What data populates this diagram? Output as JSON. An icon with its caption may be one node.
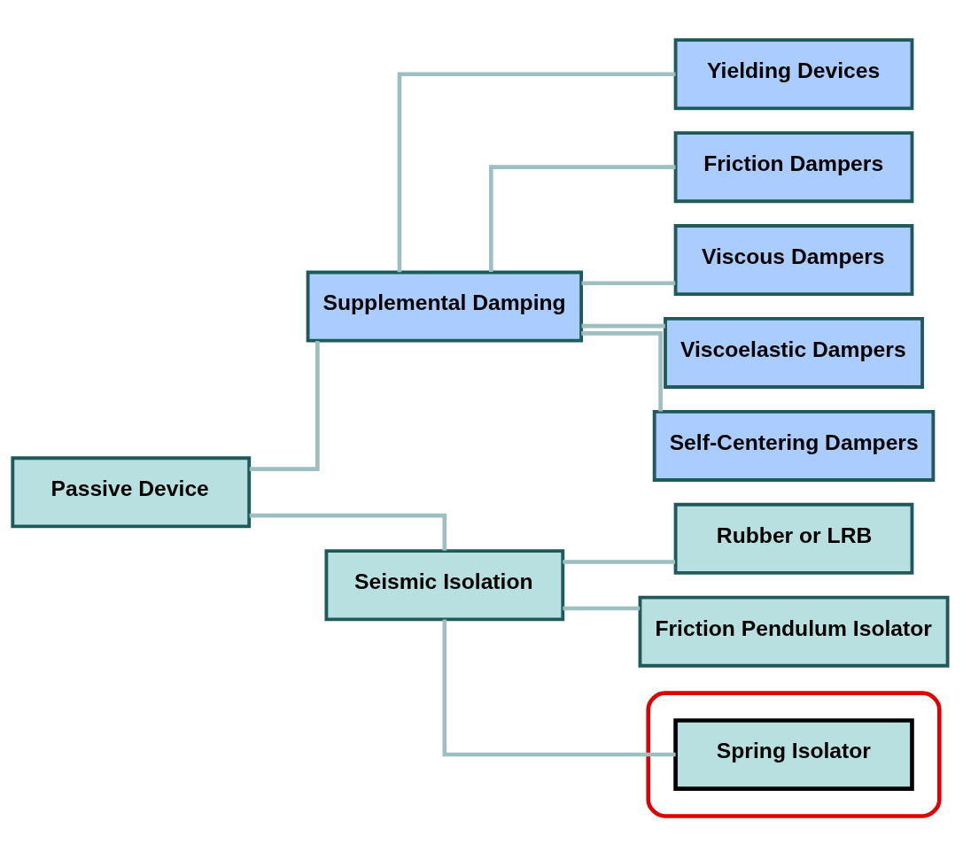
{
  "diagram": {
    "nodes": [
      {
        "text": [
          "Passive Device"
        ]
      },
      {
        "text": [
          "Supplemental Damping"
        ]
      },
      {
        "text": [
          "Yielding Devices"
        ]
      },
      {
        "text": [
          "Friction Dampers"
        ]
      },
      {
        "text": [
          "Viscous Dampers"
        ]
      },
      {
        "text": [
          "Viscoelastic Dampers"
        ]
      },
      {
        "text": [
          "Self-Centering Dampers"
        ]
      },
      {
        "text": [
          "Seismic Isolation"
        ]
      },
      {
        "text": [
          "Rubber or LRB"
        ]
      },
      {
        "text": [
          "Friction Pendulum Isolator"
        ]
      },
      {
        "text": [],
        "shape": "ellipse"
      },
      {
        "text": [
          "Spring Isolator"
        ],
        "in": 10
      }
    ],
    "edges": [
      {
        "from": 0,
        "to": 1,
        "arrow": "none"
      },
      {
        "from": 0,
        "to": 7,
        "arrow": "none"
      },
      {
        "from": 1,
        "to": 2,
        "arrow": "none"
      },
      {
        "from": 1,
        "to": 3,
        "arrow": "none"
      },
      {
        "from": 1,
        "to": 4,
        "arrow": "none"
      },
      {
        "from": 1,
        "to": 5,
        "arrow": "none"
      },
      {
        "from": 1,
        "to": 6,
        "arrow": "none"
      },
      {
        "from": 7,
        "to": 8,
        "arrow": "none"
      },
      {
        "from": 7,
        "to": 9,
        "arrow": "none"
      },
      {
        "from": 7,
        "to": 11,
        "arrow": "none"
      }
    ]
  }
}
